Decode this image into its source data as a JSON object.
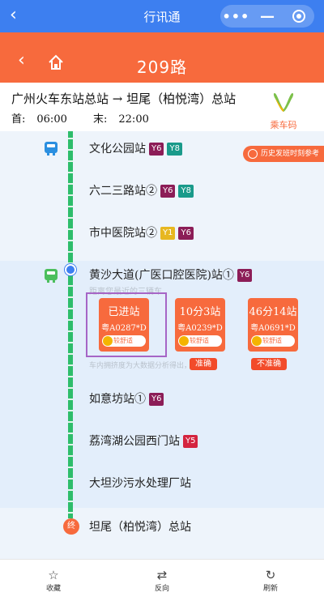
{
  "app": {
    "title": "行讯通",
    "back_glyph": "‹",
    "capsule": {
      "more": "•••",
      "minimize": "—"
    }
  },
  "route_header": {
    "back_glyph": "‹",
    "route_name": "209路"
  },
  "route_info": {
    "direction": "广州火车东站总站 → 坦尾（柏悦湾）总站",
    "first_label": "首:",
    "first_time": "06:00",
    "last_label": "末:",
    "last_time": "22:00",
    "logo_text": "乘车码"
  },
  "history_button": "历史发班时刻参考",
  "stops": [
    {
      "name": "文化公园站",
      "badges": [
        {
          "text": "Y6",
          "color": "maroon"
        },
        {
          "text": "Y8",
          "color": "teal"
        }
      ]
    },
    {
      "name": "六二三路站②",
      "badges": [
        {
          "text": "Y6",
          "color": "maroon"
        },
        {
          "text": "Y8",
          "color": "teal"
        }
      ]
    },
    {
      "name": "市中医院站②",
      "badges": [
        {
          "text": "Y1",
          "color": "yellow"
        },
        {
          "text": "Y6",
          "color": "maroon"
        }
      ]
    },
    {
      "name": "黄沙大道(广医口腔医院)站①",
      "badges": [
        {
          "text": "Y6",
          "color": "maroon"
        }
      ]
    },
    {
      "name": "如意坊站①",
      "badges": [
        {
          "text": "Y6",
          "color": "maroon"
        }
      ]
    },
    {
      "name": "荔湾湖公园西门站",
      "badges": [
        {
          "text": "Y5",
          "color": "red"
        }
      ]
    },
    {
      "name": "大坦沙污水处理厂站",
      "badges": []
    },
    {
      "name": "坦尾（柏悦湾）总站",
      "badges": []
    }
  ],
  "distance_note": "距离您最近的三辆车",
  "buses": [
    {
      "status": "已进站",
      "plate": "粤A0287*D",
      "comfort": "较舒适"
    },
    {
      "status": "10分3站",
      "plate": "粤A0239*D",
      "comfort": "较舒适"
    },
    {
      "status": "46分14站",
      "plate": "粤A0691*D",
      "comfort": "较舒适"
    }
  ],
  "crowd_feedback": {
    "label": "车内拥挤度为大数据分析得出，结果:",
    "accurate": "准确",
    "inaccurate": "不准确"
  },
  "end_marker": "终",
  "bottom_tabs": [
    {
      "label": "收藏",
      "icon": "☆"
    },
    {
      "label": "反向",
      "icon": "⇄"
    },
    {
      "label": "刷新",
      "icon": "↻"
    }
  ],
  "colors": {
    "primary_blue": "#3d7ff0",
    "header_orange": "#f76a3d",
    "rail_green": "#2ebd6b",
    "select_purple": "#a665c6"
  }
}
